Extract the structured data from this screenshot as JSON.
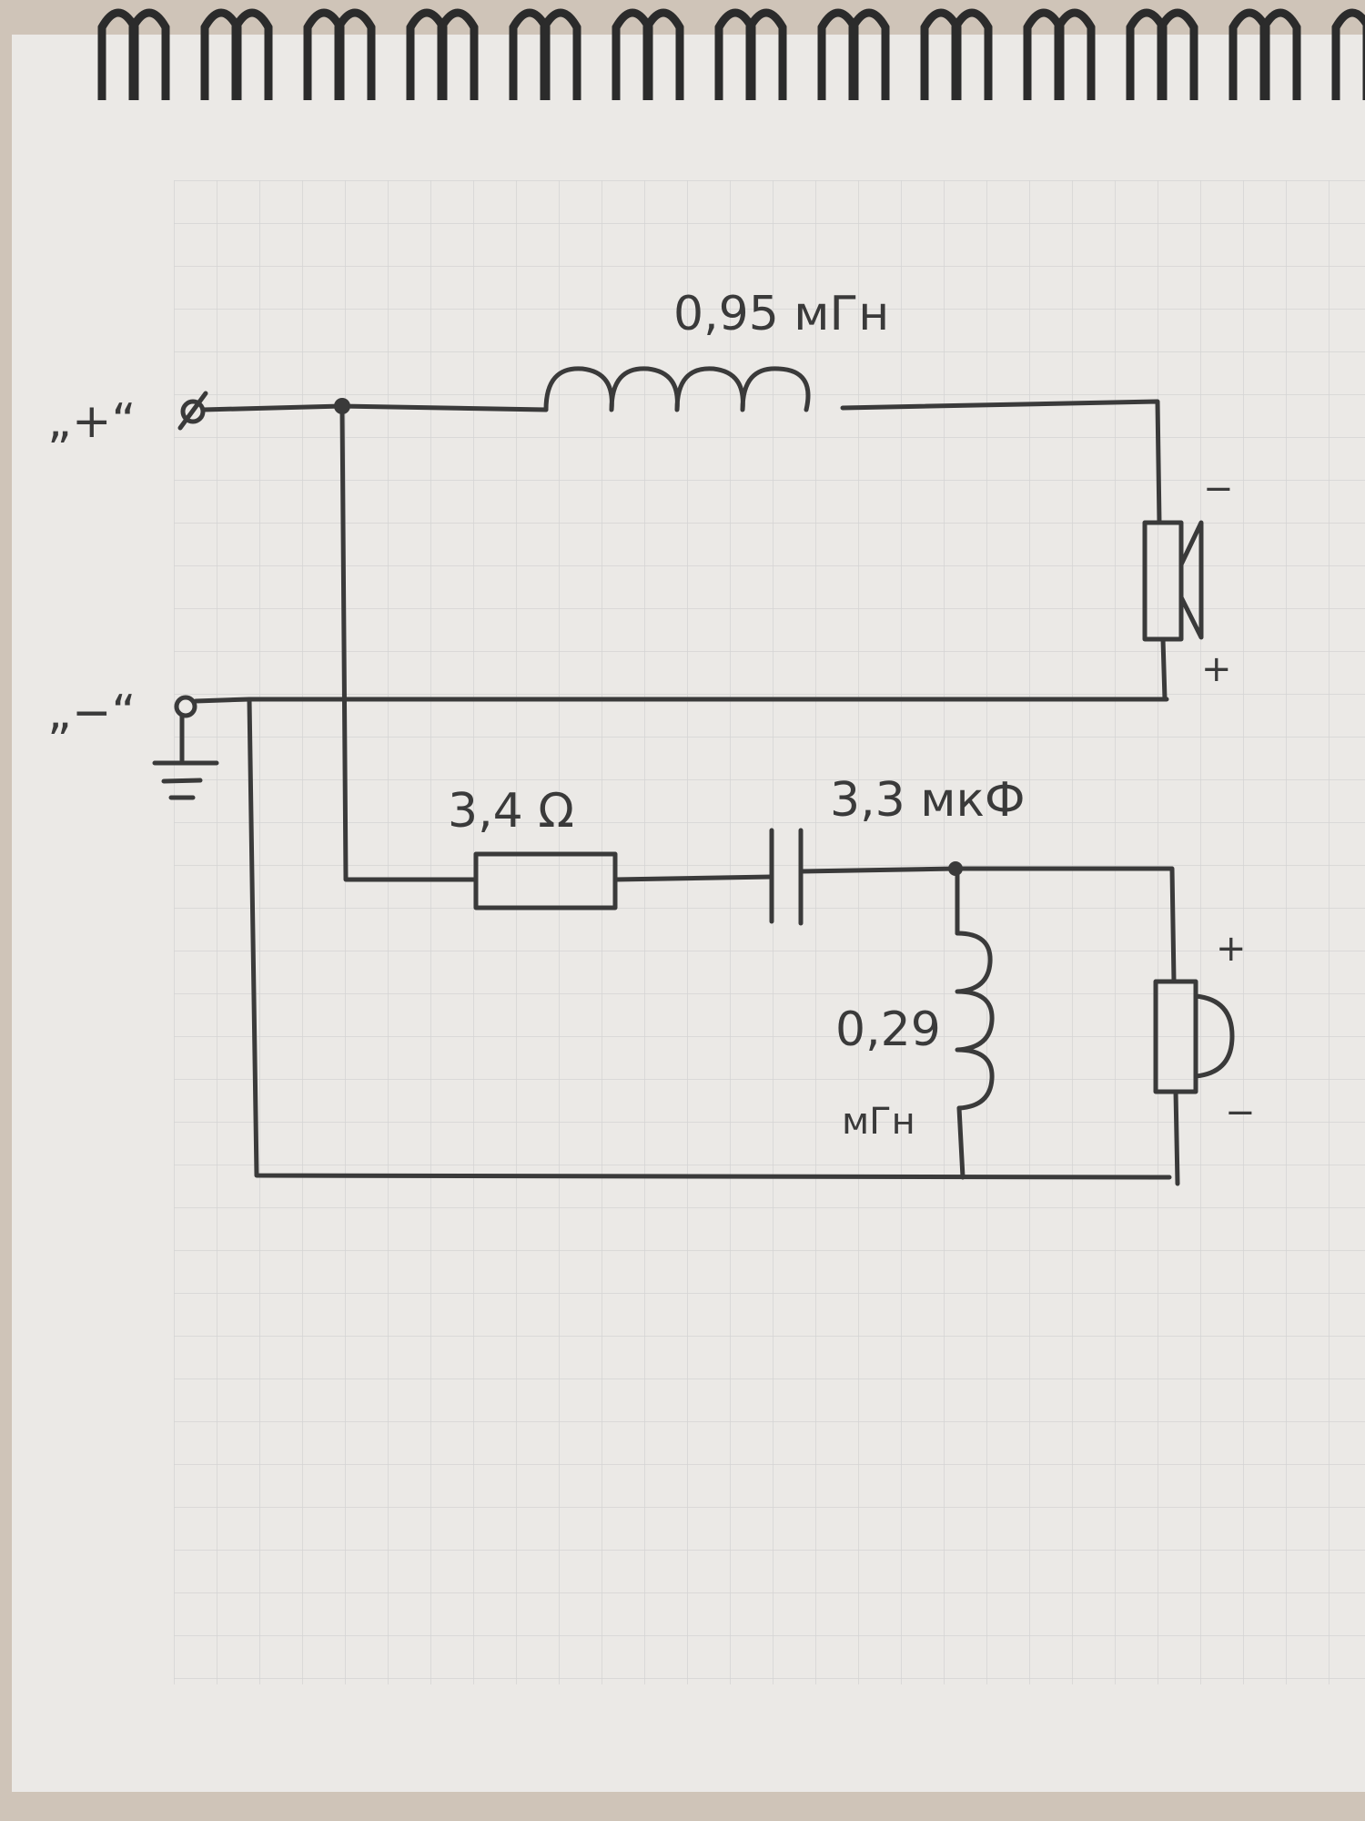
{
  "diagram": {
    "type": "speaker crossover circuit (hand-drawn)",
    "terminals": {
      "positive": "„+“",
      "negative": "„−“"
    },
    "components": {
      "woofer_inductor": "0,95 мГн",
      "resistor": "3,4 Ω",
      "capacitor": "3,3 мкФ",
      "tweeter_inductor_value": "0,29",
      "tweeter_inductor_unit": "мГн"
    },
    "woofer_polarity": {
      "top": "−",
      "bottom": "+"
    },
    "tweeter_polarity": {
      "top": "+",
      "bottom": "−"
    }
  },
  "colors": {
    "ink": "#3a3a3a",
    "paper": "#ebe9e6",
    "grid": "#d6d6d6",
    "table": "#cfc4b8"
  }
}
